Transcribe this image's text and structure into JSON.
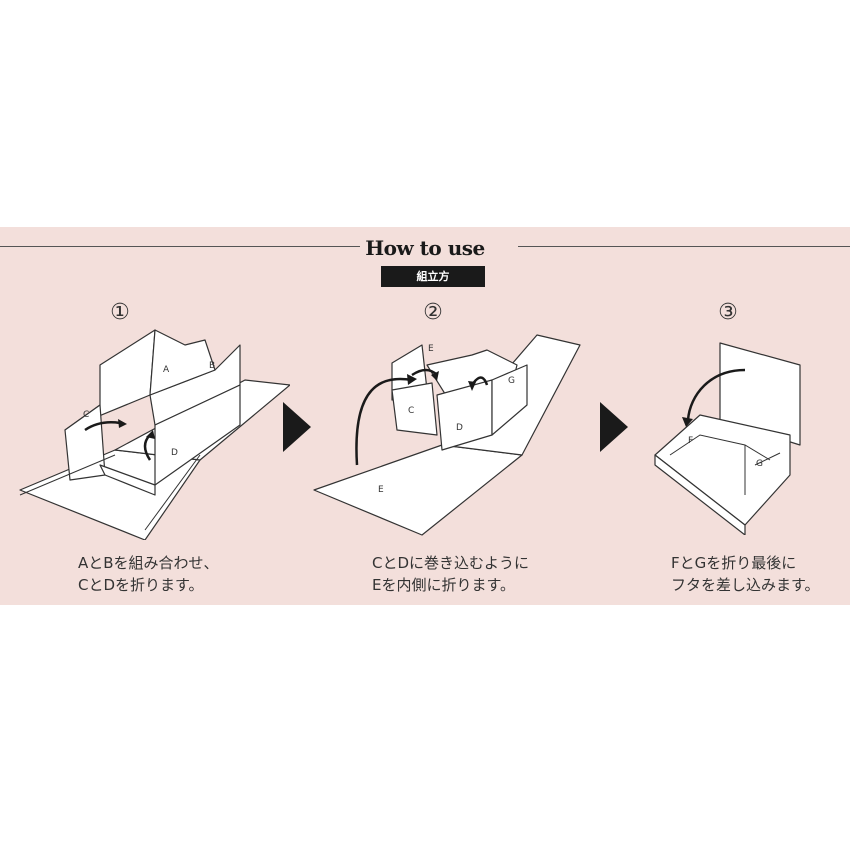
{
  "header": {
    "title": "How to use",
    "subtitle": "組立方"
  },
  "steps": [
    {
      "number": "①",
      "caption_line1": "AとBを組み合わせ、",
      "caption_line2": "CとDを折ります。",
      "labels": [
        "A",
        "B",
        "C",
        "D"
      ]
    },
    {
      "number": "②",
      "caption_line1": "CとDに巻き込むように",
      "caption_line2": "Eを内側に折ります。",
      "labels": [
        "E",
        "C",
        "D",
        "G",
        "E"
      ]
    },
    {
      "number": "③",
      "caption_line1": "FとGを折り最後に",
      "caption_line2": "フタを差し込みます。",
      "labels": [
        "F",
        "G"
      ]
    }
  ],
  "colors": {
    "panel": "#f3dfdb",
    "ink": "#1a1a1a"
  },
  "icons": [
    "arrow-right-icon",
    "arrow-right-icon"
  ]
}
